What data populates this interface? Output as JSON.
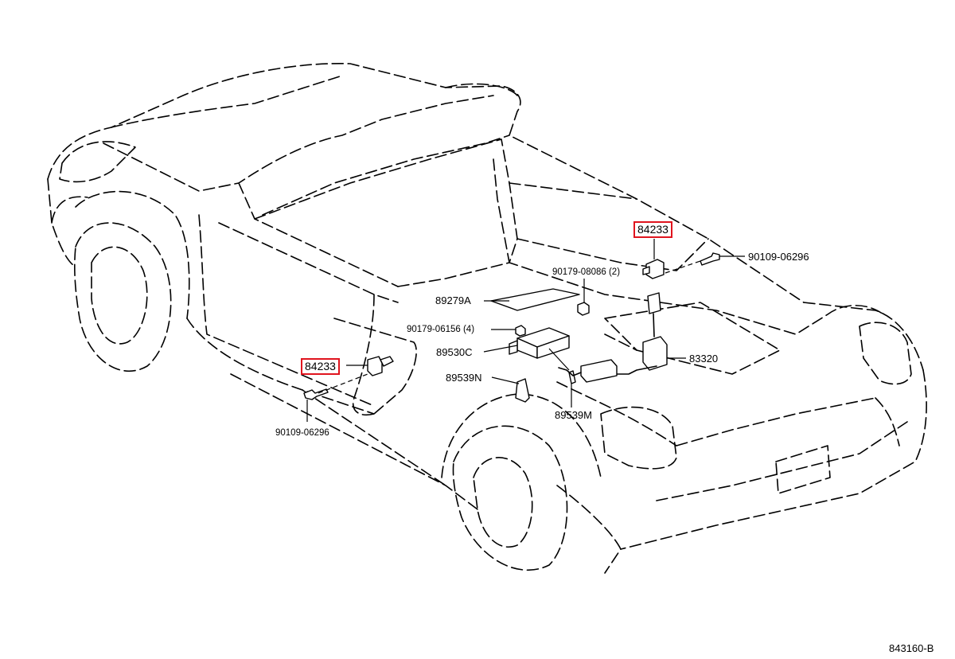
{
  "diagram": {
    "highlight_color": "#e0141e",
    "line_color": "#000000",
    "background": "#ffffff",
    "labels": {
      "sensor_right": "84233",
      "sensor_left": "84233",
      "bolt_right": "90109-06296",
      "bolt_left": "90109-06296",
      "nut_top": "90179-08086 (2)",
      "plate": "89279A",
      "nut_small": "90179-06156 (4)",
      "ecu": "89530C",
      "bracket_n": "89539N",
      "bracket_m": "89539M",
      "module": "83320",
      "figure_code": "843160-B"
    }
  }
}
